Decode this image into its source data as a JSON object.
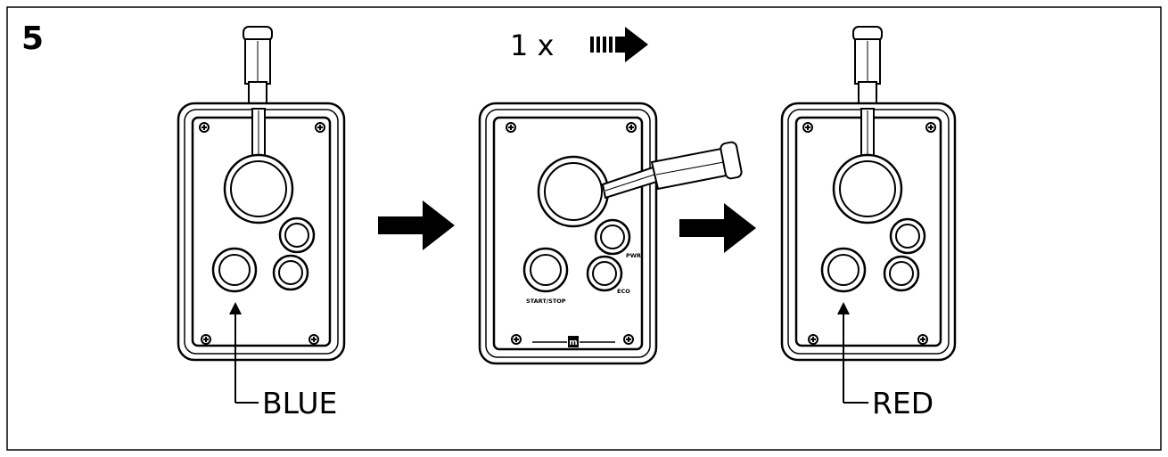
{
  "step": {
    "number": "5"
  },
  "instruction": {
    "repeat_count": "1 x"
  },
  "panels": {
    "left": {
      "callout_label": "BLUE"
    },
    "middle": {
      "buttons": {
        "pwr": "PWR",
        "eco": "ECO",
        "start_stop": "START/STOP"
      },
      "logo_text": "m"
    },
    "right": {
      "callout_label": "RED"
    }
  },
  "colors": {
    "line": "#000000",
    "background": "#ffffff"
  }
}
